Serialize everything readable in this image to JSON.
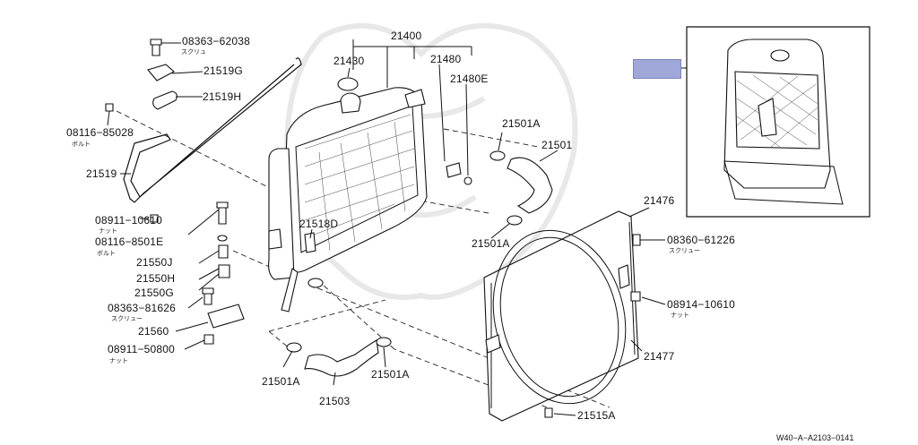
{
  "labels": {
    "p08363_62038": "08363−62038",
    "p21519G": "21519G",
    "p21519H": "21519H",
    "p08116_85028": "08116−85028",
    "p21519": "21519",
    "p08911_10610": "08911−10610",
    "p08116_8501E": "08116−8501E",
    "p21550J": "21550J",
    "p21550H": "21550H",
    "p21550G": "21550G",
    "p08363_81626": "08363−81626",
    "p21560": "21560",
    "p08911_50800": "08911−50800",
    "p21400": "21400",
    "p21430": "21430",
    "p21480": "21480",
    "p21480E": "21480E",
    "p21501A_top": "21501A",
    "p21501": "21501",
    "p21518D": "21518D",
    "p21501A_mid": "21501A",
    "p21476": "21476",
    "p08360_61226": "08360−61226",
    "p08914_10610": "08914−10610",
    "p21477": "21477",
    "p21501A_bl": "21501A",
    "p21503": "21503",
    "p21501A_br": "21501A",
    "p21515A": "21515A"
  },
  "katakana": {
    "screw": "スクリュ",
    "bolt": "ボルト",
    "nut": "ナット",
    "bolt2": "ボルト",
    "screw2": "スクリュー",
    "nut2": "ナット",
    "screw3": "スクリュー",
    "nut3": "ナット"
  },
  "diagram_code": "W40−A−A2103−0141",
  "colors": {
    "callout": "#9fa8d8",
    "line": "#111111",
    "watermark": "#e8e8e8"
  }
}
